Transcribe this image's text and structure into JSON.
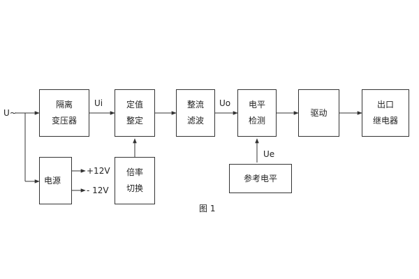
{
  "blocks": {
    "isolation_transformer": [
      "隔离",
      "变压器"
    ],
    "setpoint_shaping": [
      "定值",
      "整定"
    ],
    "rectifier_filter": [
      "整流",
      "滤波"
    ],
    "level_detect": [
      "电平",
      "检测"
    ],
    "driver": [
      "驱动"
    ],
    "output_relay": [
      "出口",
      "继电器"
    ],
    "power_supply": [
      "电源"
    ],
    "ratio_switch": [
      "倍率",
      "切换"
    ],
    "reference_level": [
      "参考电平"
    ]
  },
  "signals": {
    "input": "U~",
    "ui": "Ui",
    "uo": "Uo",
    "ue": "Ue",
    "pos12": "+12V",
    "neg12": "- 12V"
  },
  "caption": "图 1"
}
